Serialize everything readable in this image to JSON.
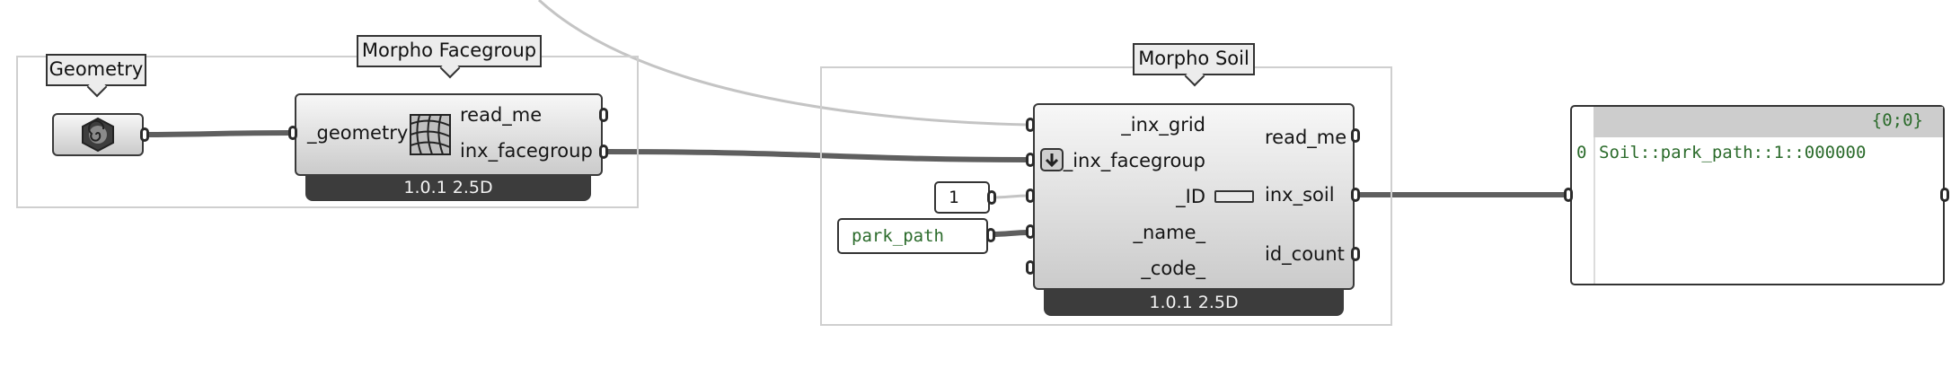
{
  "groups": {
    "geometry": {
      "title": "Geometry"
    },
    "facegroup": {
      "title": "Morpho Facegroup"
    },
    "soil": {
      "title": "Morpho Soil"
    }
  },
  "facegroup_component": {
    "inputs": [
      "_geometry"
    ],
    "outputs": [
      "read_me",
      "inx_facegroup"
    ],
    "version": "1.0.1 2.5D"
  },
  "soil_component": {
    "inputs": [
      "_inx_grid",
      "_inx_facegroup",
      "_ID",
      "_name_",
      "_code_"
    ],
    "outputs": [
      "read_me",
      "inx_soil",
      "id_count"
    ],
    "version": "1.0.1 2.5D"
  },
  "panels": {
    "id_value": "1",
    "name_value": "park_path"
  },
  "output_panel": {
    "path": "{0;0}",
    "index": "0",
    "value": "Soil::park_path::1::000000"
  },
  "colors": {
    "wire": "#5f5f5f",
    "faint_wire": "#c4c4c4",
    "group_border": "#cfcfcf",
    "version_bar": "#3c3c3c",
    "panel_text": "#2b6b2b"
  }
}
